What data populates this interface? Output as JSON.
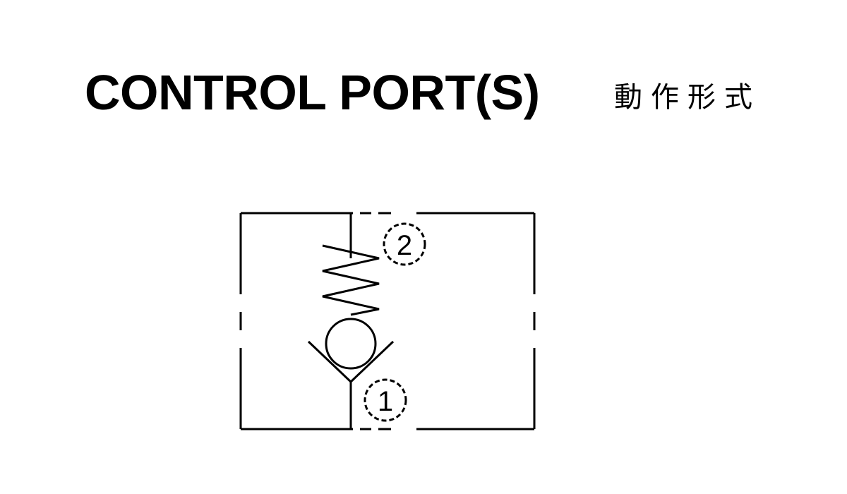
{
  "title": {
    "main": "CONTROL PORT(S)",
    "chinese": "動作形式"
  },
  "diagram": {
    "ports": [
      {
        "id": "port-2",
        "label": "2"
      },
      {
        "id": "port-1",
        "label": "1"
      }
    ],
    "line_color": "#000000"
  }
}
